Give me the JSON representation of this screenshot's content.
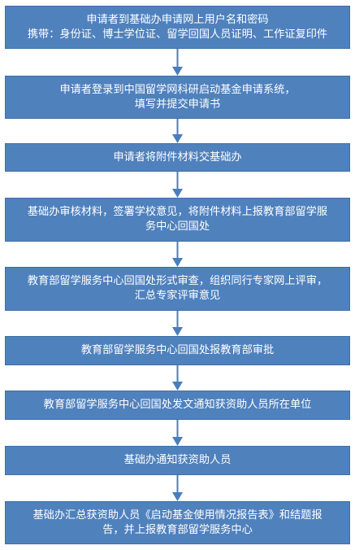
{
  "steps": [
    {
      "lines": [
        "申请者到基础办申请网上用户名和密码",
        "携带：身份证、博士学位证、留学回国人员证明、工作证复印件"
      ]
    },
    {
      "lines": [
        "申请者登录到中国留学网科研启动基金申请系统，",
        "填写并提交申请书"
      ]
    },
    {
      "lines": [
        "申请者将附件材料交基础办"
      ]
    },
    {
      "lines": [
        "基础办审核材料，签署学校意见，将附件材料上报教育部留学服",
        "务中心回国处"
      ]
    },
    {
      "lines": [
        "教育部留学服务中心回国处形式审查，组织同行专家网上评审，",
        "汇总专家评审意见"
      ]
    },
    {
      "lines": [
        "教育部留学服务中心回国处报教育部审批"
      ]
    },
    {
      "lines": [
        "教育部留学服务中心回国处发文通知获资助人员所在单位"
      ]
    },
    {
      "lines": [
        "基础办通知获资助人员"
      ]
    },
    {
      "lines": [
        "基础办汇总获资助人员《启动基金使用情况报告表》和结题报",
        "告，并上报教育部留学服务中心"
      ]
    }
  ],
  "colors": {
    "box_fill": "#4f81bd",
    "box_border": "#3f6fa6",
    "box_text": "#ffffff",
    "arrow": "#4a7ebb"
  }
}
